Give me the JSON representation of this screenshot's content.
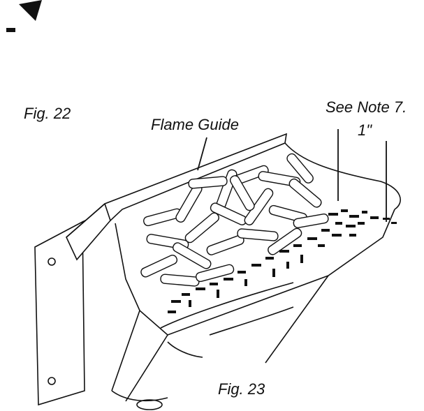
{
  "labels": {
    "fig22": "Fig. 22",
    "flame_guide": "Flame Guide",
    "see_note": "See Note 7.",
    "one_inch": "1\"",
    "fig23": "Fig. 23"
  },
  "icons": {
    "corner_marker": "arrow-marker-icon"
  },
  "colors": {
    "ink": "#111111",
    "background": "#ffffff"
  }
}
